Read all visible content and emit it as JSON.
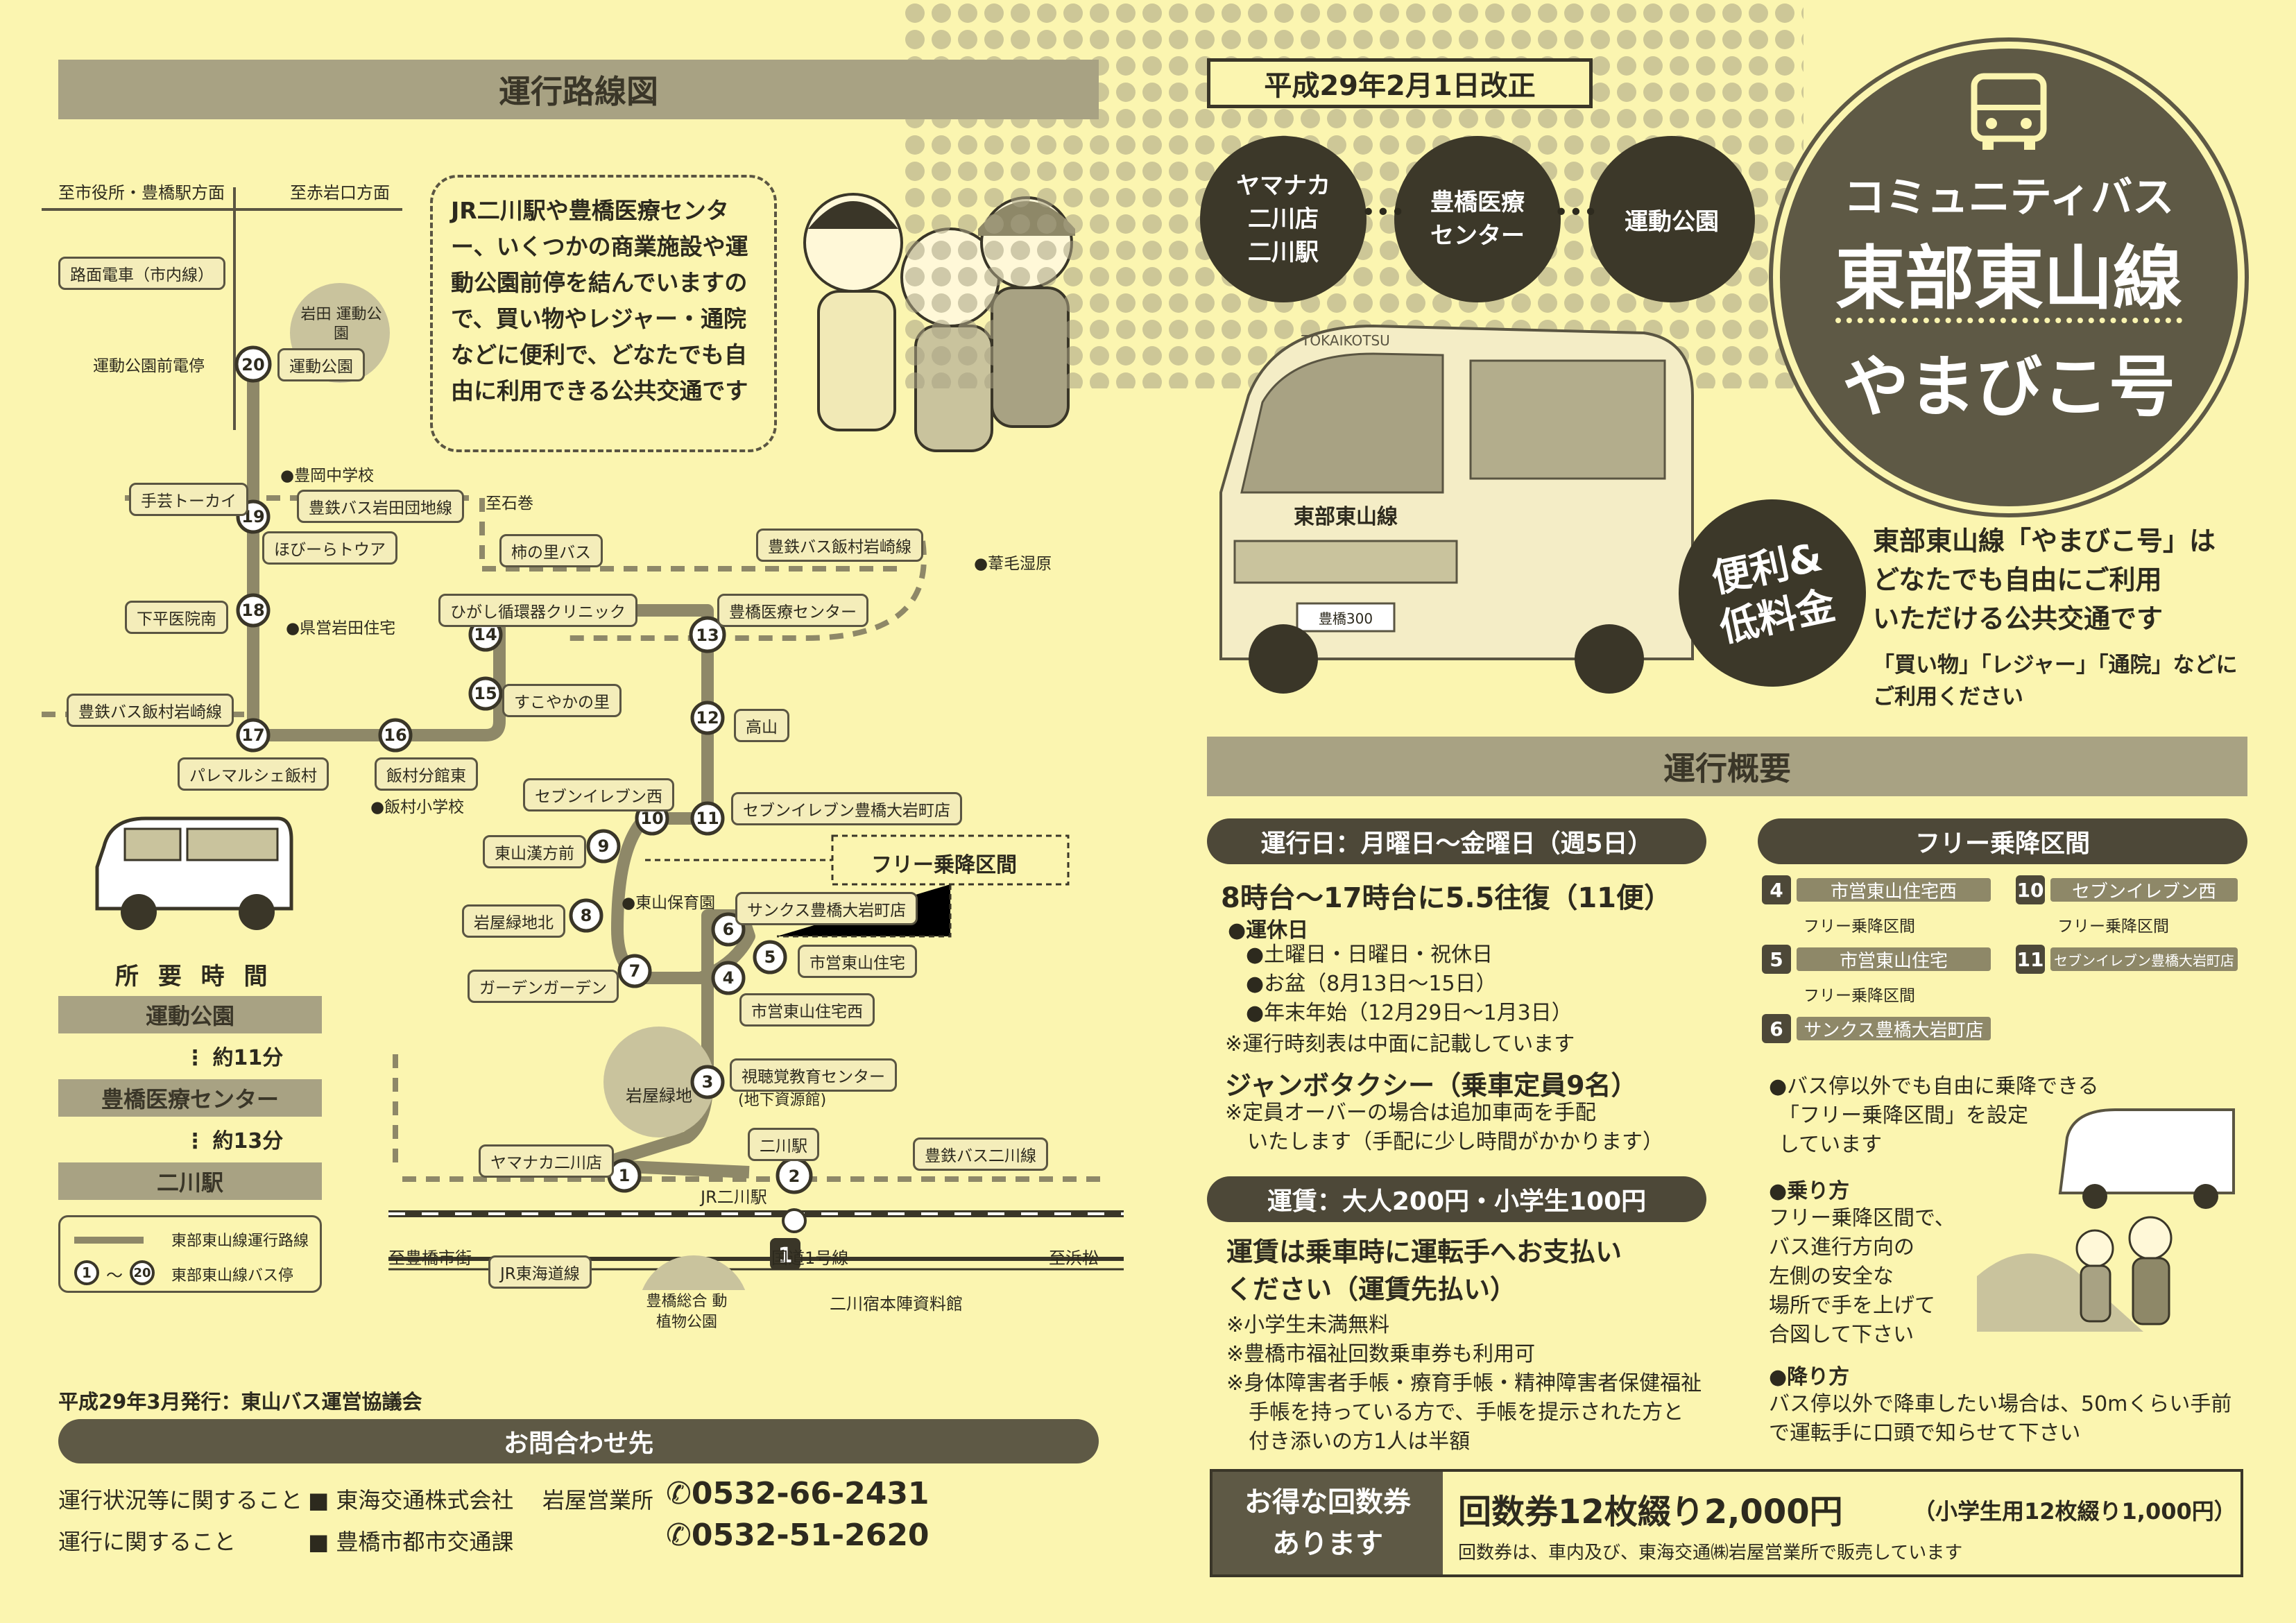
{
  "left": {
    "route_title": "運行路線図",
    "directions": {
      "top_left": "至市役所・豊橋駅方面",
      "top_right": "至赤岩口方面",
      "ishimaki": "至石巻",
      "bottom_left": "至豊橋市街",
      "bottom_right": "至浜松"
    },
    "intro": "JR二川駅や豊橋医療センター、いくつかの商業施設や運動公園前停を結んでいますので、買い物やレジャー・通院などに便利で、どなたでも自由に利用できる公共交通です",
    "map_labels": {
      "tram": "路面電車（市内線）",
      "tram_stop": "運動公園前電停",
      "park_area": "岩田 運動公園",
      "s20": "運動公園",
      "toyooka": "●豊岡中学校",
      "tegei": "手芸トーカイ",
      "iwata_danchi": "豊鉄バス岩田団地線",
      "hobiira": "ほびーらトウア",
      "kakinosato": "柿の里バス",
      "iimura_line_r": "豊鉄バス飯村岩崎線",
      "ashige": "●葦毛湿原",
      "shimohira": "下平医院南",
      "iwata_jutaku": "●県営岩田住宅",
      "higashi": "ひがし循環器クリニック",
      "iryo": "豊橋医療センター",
      "sukoyaka": "すこやかの里",
      "iimura_line_l": "豊鉄バス飯村岩崎線",
      "takayama": "高山",
      "paremarche": "パレマルシェ飯村",
      "iimura_bunki": "飯村分館東",
      "iimura_school": "●飯村小学校",
      "seven_w": "セブンイレブン西",
      "seven_oiwa": "セブンイレブン豊橋大岩町店",
      "free_zone": "フリー乗降区間",
      "higashiyama_kanpo": "東山漢方前",
      "higashiyama_hoiku": "●東山保育園",
      "sunkus": "サンクス豊橋大岩町店",
      "iwaya_kitakita": "岩屋緑地北",
      "shiei_jutaku": "市営東山住宅",
      "garden": "ガーデンガーデン",
      "shiei_nishi": "市営東山住宅西",
      "iwaya_ryokuchi": "岩屋緑地",
      "shichokaku": "視聴覚教育センター",
      "shichokaku_sub": "(地下資源館)",
      "yamanaka_stop": "ヤマナカ二川店",
      "futagawa_stop": "二川駅",
      "futagawa_line": "豊鉄バス二川線",
      "jr_station": "JR二川駅",
      "jr_tokaido": "JR東海道線",
      "route1": "国道1号線",
      "route1_num": "1",
      "honjin": "二川宿本陣資料館",
      "zoo": "豊橋総合 動植物公園"
    },
    "travel": {
      "title": "所 要 時 間",
      "stops": [
        "運動公園",
        "豊橋医療センター",
        "二川駅"
      ],
      "times": [
        "約11分",
        "約13分"
      ]
    },
    "legend": {
      "route_line": "東部東山線運行路線",
      "stop_range": "～",
      "stop_label": "東部東山線バス停",
      "stop_a": "1",
      "stop_b": "20"
    },
    "issued": "平成29年3月発行：東山バス運営協議会",
    "contact_title": "お問合わせ先",
    "contacts": [
      {
        "topic": "運行状況等に関すること",
        "org": "■ 東海交通株式会社",
        "branch": "岩屋営業所",
        "phone": "0532-66-2431"
      },
      {
        "topic": "運行に関すること",
        "org": "■ 豊橋市都市交通課",
        "branch": "",
        "phone": "0532-51-2620"
      }
    ]
  },
  "right": {
    "revision": "平成29年2月1日改正",
    "circles": [
      [
        "ヤマナカ",
        "二川店",
        "二川駅"
      ],
      [
        "豊橋医療",
        "センター"
      ],
      [
        "運動公園"
      ]
    ],
    "badge": {
      "sub": "コミュニティバス",
      "line": "東部東山線",
      "nick": "やまびこ号"
    },
    "bus_route_sign": "東部東山線",
    "bus_brand": "TOKAIKOTSU",
    "bus_plate": "豊橋300",
    "benri": [
      "便利&",
      "低料金"
    ],
    "desc1": [
      "東部東山線「やまびこ号」は",
      "どなたでも自由にご利用",
      "いただける公共交通です"
    ],
    "desc2": [
      "「買い物」「レジャー」「通院」などに",
      "ご利用ください"
    ],
    "overview_title": "運行概要",
    "days_title": "運行日：月曜日～金曜日（週5日）",
    "freq": "8時台～17時台に5.5往復（11便）",
    "closed_head": "●運休日",
    "closed": [
      "●土曜日・日曜日・祝休日",
      "●お盆（8月13日～15日）",
      "●年末年始（12月29日～1月3日）"
    ],
    "timetable_note": "※運行時刻表は中面に記載しています",
    "jumbo_title": "ジャンボタクシー（乗車定員9名）",
    "jumbo_note": [
      "※定員オーバーの場合は追加車両を手配",
      "いたします（手配に少し時間がかかります）"
    ],
    "fare_title": "運賃：大人200円・小学生100円",
    "fare_pay": [
      "運賃は乗車時に運転手へお支払い",
      "ください（運賃先払い）"
    ],
    "fare_notes": [
      "※小学生未満無料",
      "※豊橋市福祉回数乗車券も利用可",
      "※身体障害者手帳・療育手帳・精神障害者保健福祉",
      "手帳を持っている方で、手帳を提示された方と",
      "付き添いの方1人は半額"
    ],
    "free_title": "フリー乗降区間",
    "free_left": [
      {
        "n": "4",
        "name": "市営東山住宅西"
      },
      {
        "between": "フリー乗降区間"
      },
      {
        "n": "5",
        "name": "市営東山住宅"
      },
      {
        "between": "フリー乗降区間"
      },
      {
        "n": "6",
        "name": "サンクス豊橋大岩町店"
      }
    ],
    "free_right": [
      {
        "n": "10",
        "name": "セブンイレブン西"
      },
      {
        "between": "フリー乗降区間"
      },
      {
        "n": "11",
        "name": "セブンイレブン豊橋大岩町店"
      }
    ],
    "free_desc": [
      "●バス停以外でも自由に乗降できる",
      "「フリー乗降区間」を設定",
      "しています"
    ],
    "ride_head": "●乗り方",
    "ride": [
      "フリー乗降区間で、",
      "バス進行方向の",
      "左側の安全な",
      "場所で手を上げて",
      "合図して下さい"
    ],
    "alight_head": "●降り方",
    "alight": [
      "バス停以外で降車したい場合は、50mくらい手前",
      "で運転手に口頭で知らせて下さい"
    ],
    "ticket_label": [
      "お得な回数券",
      "あります"
    ],
    "ticket_main": "回数券12枚綴り2,000円",
    "ticket_child": "（小学生用12枚綴り1,000円）",
    "ticket_where": "回数券は、車内及び、東海交通㈱岩屋営業所で販売しています"
  }
}
